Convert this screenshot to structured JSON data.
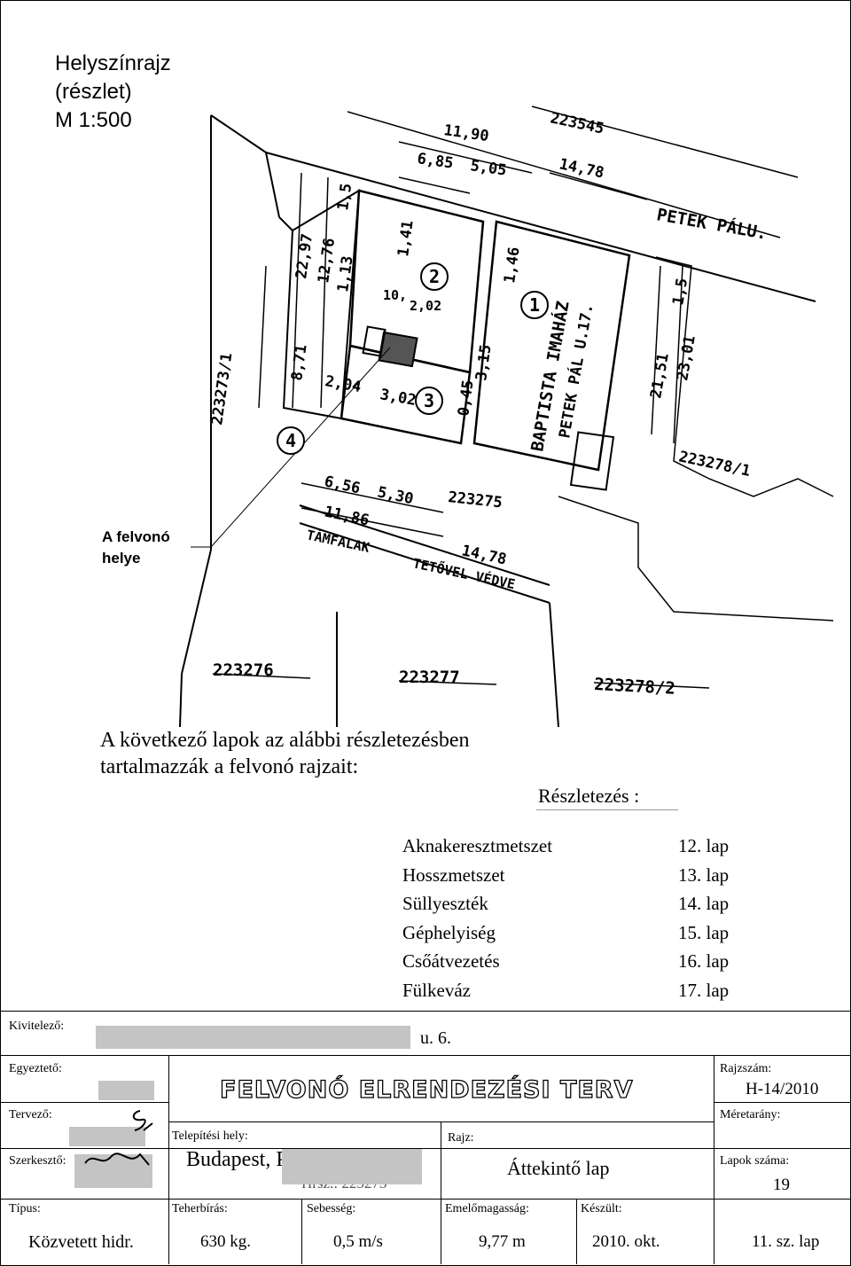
{
  "header": {
    "title_line1": "Helyszínrajz",
    "title_line2": "(részlet)",
    "title_line3": "M 1:500"
  },
  "plan": {
    "elevator_label_line1": "A felvonó",
    "elevator_label_line2": "helye",
    "dims": {
      "d1190": "11,90",
      "d685": "6,85",
      "d505": "5,05",
      "d1478": "14,78",
      "d2297": "22,97",
      "d1276": "12,76",
      "d15a": "1,5",
      "d113": "1,13",
      "d141": "1,41",
      "d10": "10,",
      "d202": "2,02",
      "d146": "1,46",
      "d871": "8,71",
      "d204": "2,04",
      "d302": "3,02",
      "d045": "0,45",
      "d315": "3,15",
      "d2151": "21,51",
      "d2301": "23,01",
      "d15b": "1,5",
      "d656": "6,56",
      "d530": "5,30",
      "d1186": "11,86",
      "d1478b": "14,78"
    },
    "parcels": {
      "p223545": "223545",
      "p223273": "223273/1",
      "p223278_1": "223278/1",
      "p223275": "223275",
      "p223276": "223276",
      "p223277": "223277",
      "p223278_2": "223278/2"
    },
    "street": "PETEK PÁLU.",
    "building_name": "BAPTISTA IMAHÁZ",
    "building_addr": "PETEK PÁL U.17.",
    "wall_note1": "TÁMFALAK",
    "wall_note2": "TETŐVEL VÉDVE",
    "circles": [
      "1",
      "2",
      "3",
      "4"
    ]
  },
  "intro": {
    "line1": "A következő lapok az alábbi részletezésben",
    "line2": "tartalmazzák a felvonó rajzait:"
  },
  "details_heading": "Részletezés :",
  "details": [
    {
      "name": "Aknakeresztmetszet",
      "sheet": "12. lap"
    },
    {
      "name": "Hosszmetszet",
      "sheet": "13. lap"
    },
    {
      "name": "Süllyeszték",
      "sheet": "14. lap"
    },
    {
      "name": "Géphelyiség",
      "sheet": "15. lap"
    },
    {
      "name": "Csőátvezetés",
      "sheet": "16. lap"
    },
    {
      "name": "Fülkeváz",
      "sheet": "17. lap"
    }
  ],
  "titleblock": {
    "contractor_label": "Kivitelező:",
    "contractor_value_tail": "u. 6.",
    "approver_label": "Egyeztető:",
    "designer_label": "Tervező:",
    "editor_label": "Szerkesztő:",
    "type_label": "Típus:",
    "type_value": "Közvetett hidr.",
    "plan_title": "FELVONÓ ELRENDEZÉSI TERV",
    "location_label": "Telepítési hely:",
    "location_value": "Budapest, P",
    "hrsz_value": "Hrsz.: 223275",
    "drawing_label": "Rajz:",
    "drawing_value": "Áttekintő  lap",
    "drawing_no_label": "Rajzszám:",
    "drawing_no_value": "H-14/2010",
    "scale_label": "Méretarány:",
    "sheets_label": "Lapok száma:",
    "sheets_value": "19",
    "load_label": "Teherbírás:",
    "load_value": "630  kg.",
    "speed_label": "Sebesség:",
    "speed_value": "0,5 m/s",
    "lift_height_label": "Emelőmagasság:",
    "lift_height_value": "9,77 m",
    "made_label": "Készült:",
    "made_value": "2010. okt.",
    "sheet_no_value": "11. sz. lap"
  }
}
